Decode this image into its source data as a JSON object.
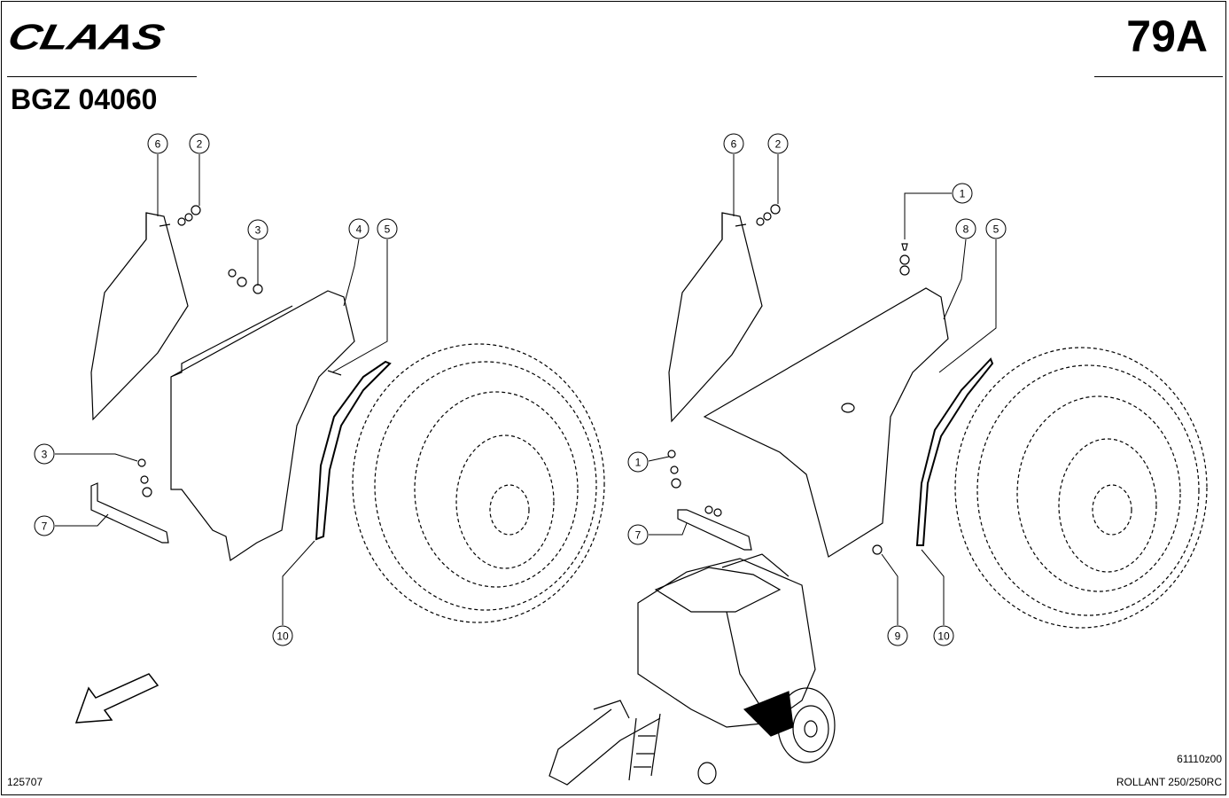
{
  "header": {
    "brand": "CLAAS",
    "page_number": "79A",
    "group_code": "BGZ 04060"
  },
  "footer": {
    "drawing_id": "125707",
    "ref_code": "61110z00",
    "model": "ROLLANT 250/250RC"
  },
  "callouts": {
    "left": [
      "6",
      "2",
      "3",
      "4",
      "5",
      "3",
      "7",
      "10"
    ],
    "right": [
      "6",
      "2",
      "1",
      "8",
      "5",
      "1",
      "7",
      "9",
      "10"
    ]
  },
  "icons": {
    "direction_arrow": "direction-arrow-icon"
  }
}
